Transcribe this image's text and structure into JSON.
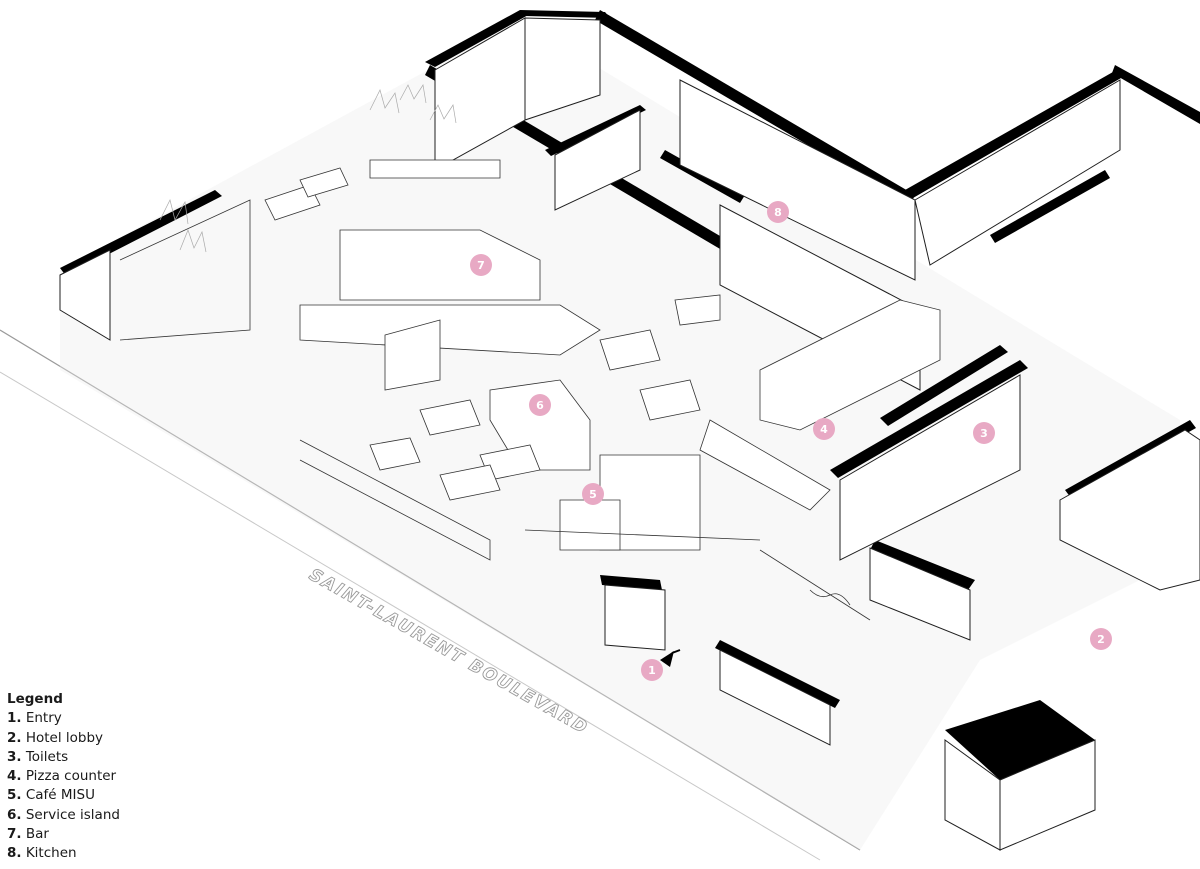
{
  "street_label": "SAINT-LAURENT BOULEVARD",
  "legend": {
    "title": "Legend",
    "items": [
      {
        "num": "1.",
        "label": "Entry"
      },
      {
        "num": "2.",
        "label": "Hotel lobby"
      },
      {
        "num": "3.",
        "label": "Toilets"
      },
      {
        "num": "4.",
        "label": "Pizza counter"
      },
      {
        "num": "5.",
        "label": "Café MISU"
      },
      {
        "num": "6.",
        "label": "Service island"
      },
      {
        "num": "7.",
        "label": "Bar"
      },
      {
        "num": "8.",
        "label": "Kitchen"
      }
    ]
  },
  "markers": [
    "1",
    "2",
    "3",
    "4",
    "5",
    "6",
    "7",
    "8"
  ],
  "colors": {
    "marker": "#e8a9c4",
    "wall": "#000000",
    "street": "#9a9a9a"
  }
}
